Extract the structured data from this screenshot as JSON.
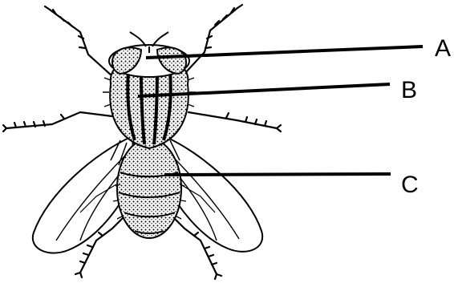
{
  "diagram": {
    "subject_icon": "housefly-icon",
    "labels": [
      {
        "id": "A",
        "text": "A"
      },
      {
        "id": "B",
        "text": "B"
      },
      {
        "id": "C",
        "text": "C"
      }
    ],
    "colors": {
      "ink": "#000000",
      "background": "#ffffff"
    }
  }
}
